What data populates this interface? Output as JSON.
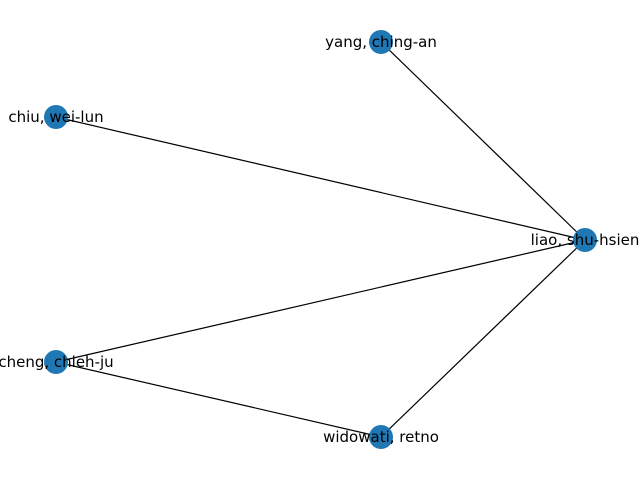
{
  "node_color": "#1f77b4",
  "edge_color": "#000000",
  "nodes": [
    {
      "id": "yang",
      "label": "yang, ching-an"
    },
    {
      "id": "chiu",
      "label": "chiu, wei-lun"
    },
    {
      "id": "liao",
      "label": "liao, shu-hsien"
    },
    {
      "id": "cheng",
      "label": "cheng, chieh-ju"
    },
    {
      "id": "widowati",
      "label": "widowati, retno"
    }
  ],
  "edges": [
    [
      "yang",
      "liao"
    ],
    [
      "chiu",
      "liao"
    ],
    [
      "cheng",
      "liao"
    ],
    [
      "widowati",
      "liao"
    ],
    [
      "cheng",
      "widowati"
    ]
  ]
}
